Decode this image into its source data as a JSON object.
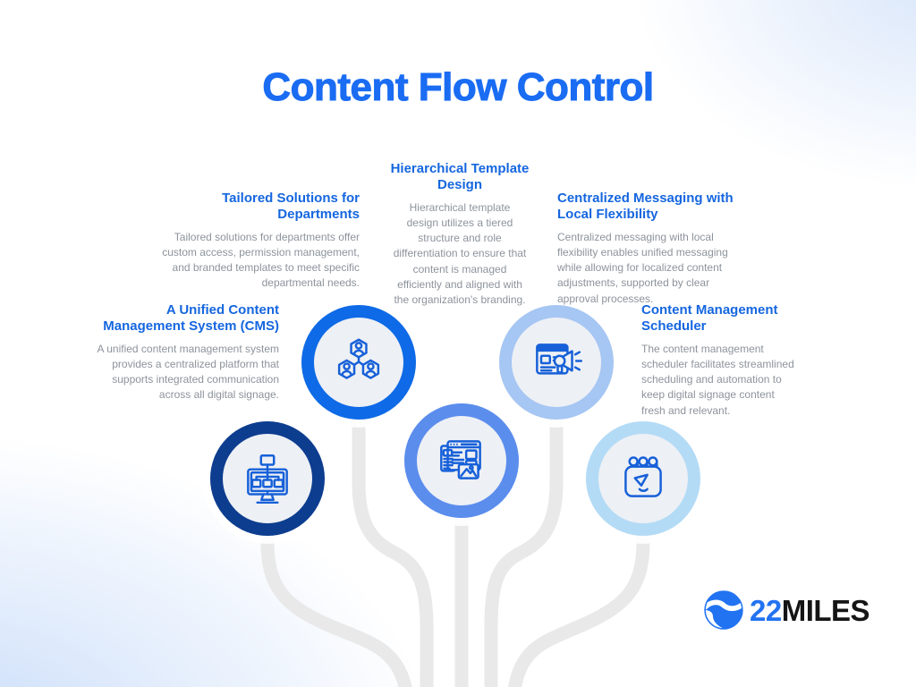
{
  "title": {
    "text": "Content Flow Control"
  },
  "sections": [
    {
      "id": "unified-cms",
      "heading": "A Unified Content Management System (CMS)",
      "body": "A unified content management system provides a centralized platform that supports integrated communication across all digital signage.",
      "icon": "monitor-sitemap-icon"
    },
    {
      "id": "tailored-solutions",
      "heading": "Tailored Solutions for Departments",
      "body": "Tailored solutions for departments offer custom access, permission management, and branded templates to meet specific departmental needs.",
      "icon": "hexagon-team-icon"
    },
    {
      "id": "hierarchical-template",
      "heading": "Hierarchical Template Design",
      "body": "Hierarchical template design utilizes a tiered structure and role differentiation to ensure that content is managed efficiently and aligned with the organization's branding.",
      "icon": "webpage-template-icon"
    },
    {
      "id": "centralized-messaging",
      "heading": "Centralized Messaging with Local Flexibility",
      "body": "Centralized messaging with local flexibility enables unified messaging while allowing for localized content adjustments, supported by clear approval processes.",
      "icon": "announcement-page-icon"
    },
    {
      "id": "content-scheduler",
      "heading": "Content Management Scheduler",
      "body": "The content management scheduler facilitates streamlined scheduling and automation to keep digital signage content fresh and relevant.",
      "icon": "calendar-check-icon"
    }
  ],
  "logo": {
    "number": "22",
    "name": "MILES"
  },
  "colors": {
    "title_blue": "#1a6cf2",
    "heading_blue": "#1566df",
    "body_gray": "#8d939c",
    "icon_stroke": "#1760d8",
    "flow_line": "#e9e9e9",
    "circle_inner": "#edf0f5",
    "rings": [
      "#0d3d8f",
      "#0e6ae6",
      "#5b8ded",
      "#a6c6f3",
      "#b4dbf6"
    ],
    "logo_blue": "#2273f2",
    "logo_dark": "#151515"
  }
}
